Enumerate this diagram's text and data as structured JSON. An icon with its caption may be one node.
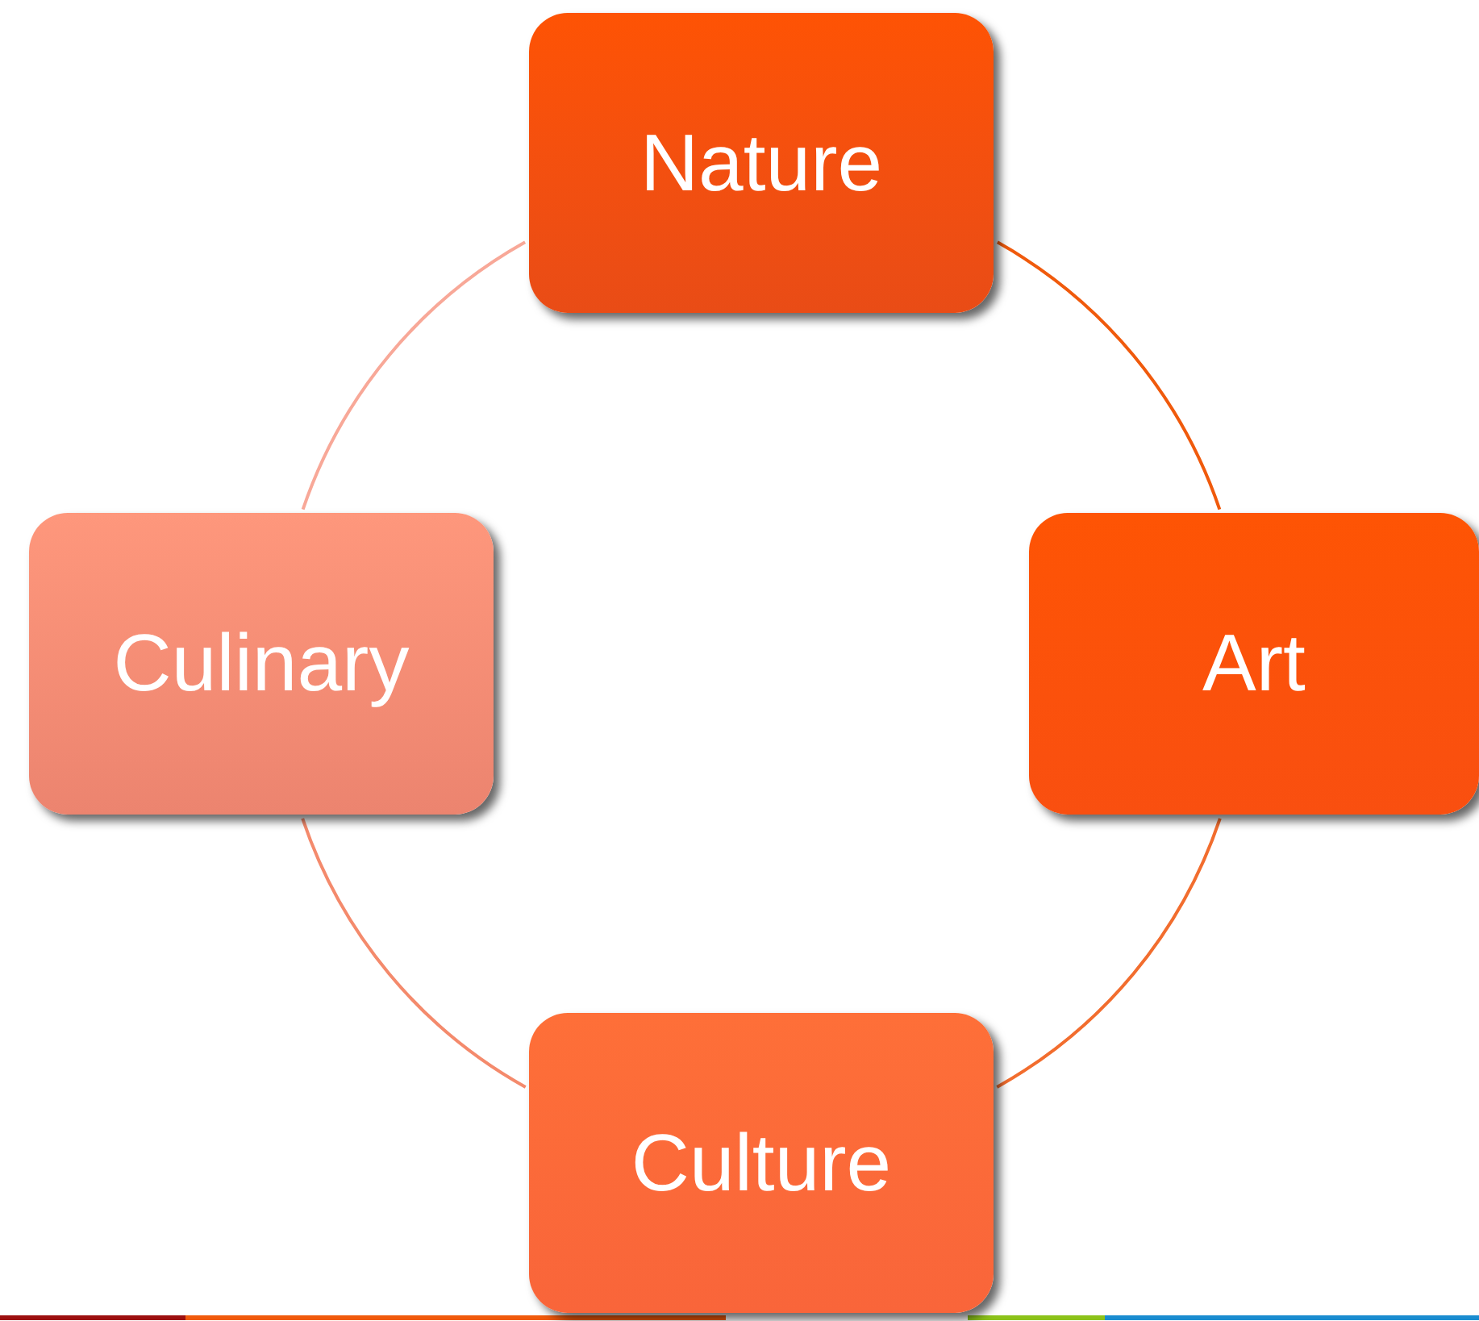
{
  "diagram": {
    "nodes": [
      {
        "text": [
          "Nature"
        ]
      },
      {
        "text": [
          "Art"
        ]
      },
      {
        "text": [
          "Culture"
        ]
      },
      {
        "text": [
          "Culinary"
        ]
      }
    ],
    "edges": [
      {
        "from": 0,
        "to": 1,
        "arrow": "none",
        "color": "#f05a0c"
      },
      {
        "from": 1,
        "to": 2,
        "arrow": "none",
        "color": "#f26d2e"
      },
      {
        "from": 2,
        "to": 3,
        "arrow": "none",
        "color": "#f48a6c"
      },
      {
        "from": 3,
        "to": 0,
        "arrow": "none",
        "color": "#f8a898"
      }
    ]
  }
}
